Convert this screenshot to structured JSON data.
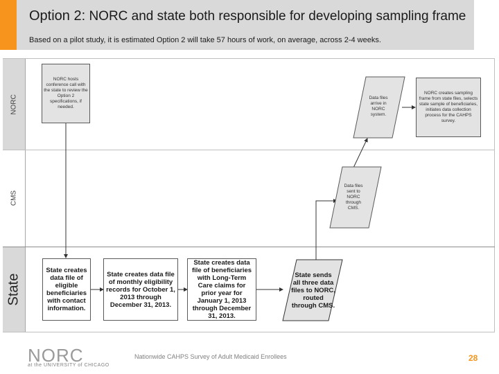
{
  "header": {
    "title_prefix": "Option 2:",
    "title_rest": "NORC and state both responsible for developing sampling frame",
    "subtitle": "Based on a pilot study, it is estimated Option 2 will take 57 hours of work, on average, across 2-4 weeks."
  },
  "lanes": {
    "norc": "NORC",
    "cms": "CMS",
    "state": "State"
  },
  "nodes": {
    "norc_call": "NORC hosts conference call with the state to review the Option 2 specifications, if needed.",
    "norc_arrive": "Data files arrive in NORC system.",
    "norc_frame": "NORC creates sampling frame from state files, selects state sample of beneficiaries, initiates data collection process for the CAHPS survey.",
    "cms_sent": "Data files sent to NORC through CMS.",
    "state_1": "State creates data file of eligible beneficiaries with contact information.",
    "state_2": "State creates data file of monthly eligibility records for October 1, 2013 through December 31, 2013.",
    "state_3": "State creates data file of beneficiaries with Long-Term Care claims for prior year for January 1, 2013 through December 31, 2013.",
    "state_4": "State sends all three data files to NORC, routed through CMS."
  },
  "footer": {
    "logo_text": "NORC",
    "logo_sub": "at the UNIVERSITY of CHICAGO",
    "caption": "Nationwide CAHPS Survey of Adult Medicaid Enrollees",
    "page": "28"
  },
  "colors": {
    "accent": "#f7941d",
    "header_bg": "#d9d9d9",
    "lane_bg": "#d9d9d9"
  }
}
